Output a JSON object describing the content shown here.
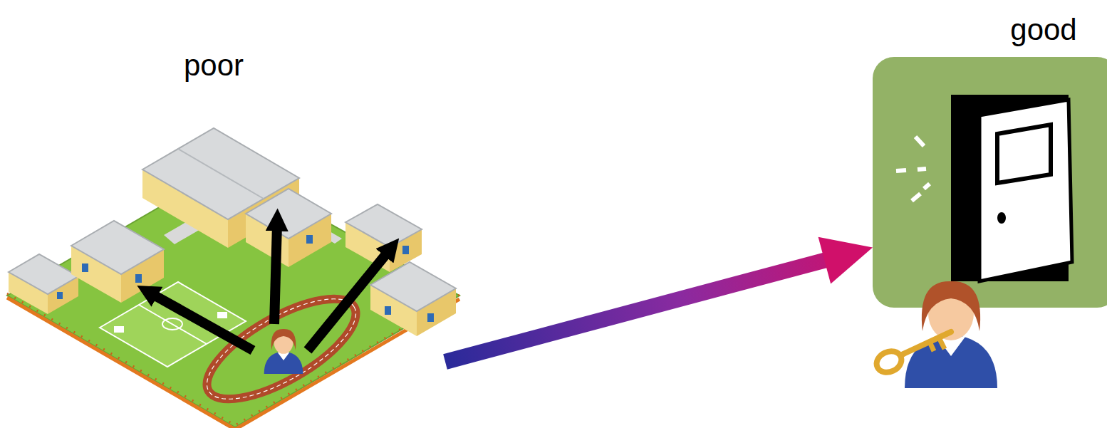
{
  "diagram": {
    "nodes": [
      {
        "text": [
          "poor"
        ]
      },
      {
        "text": [
          "good"
        ]
      }
    ],
    "edges": [
      {
        "from": 0,
        "to": 1,
        "arrow": "to"
      }
    ]
  }
}
